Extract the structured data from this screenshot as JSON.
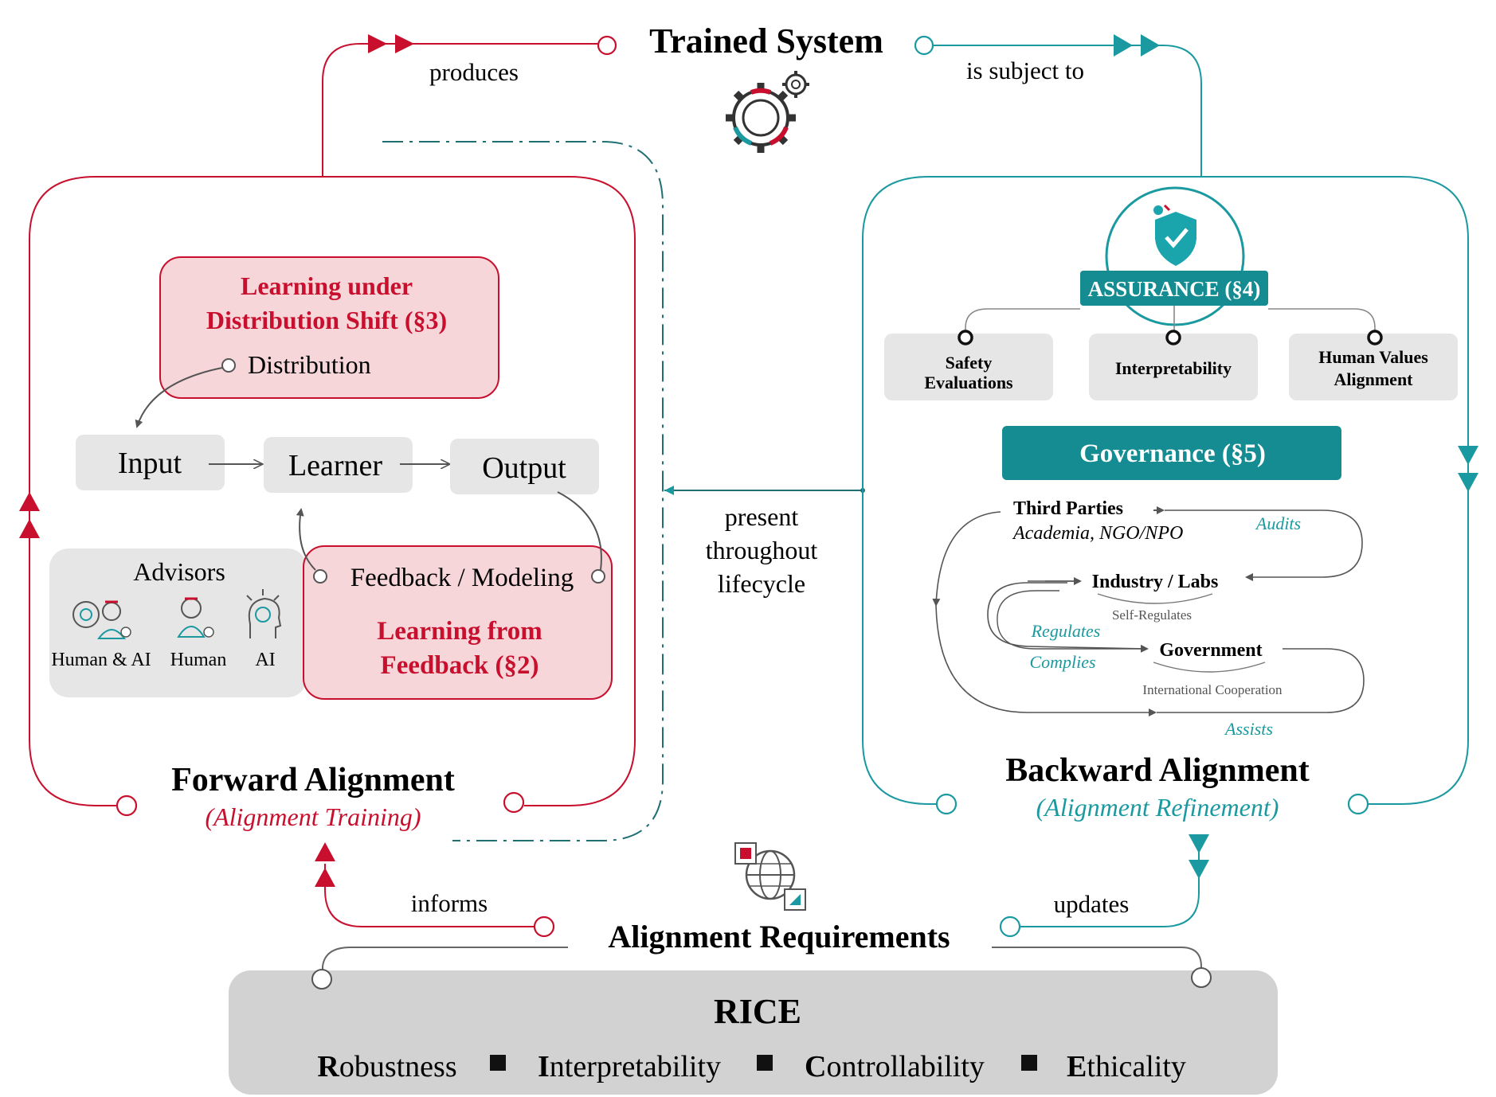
{
  "top": {
    "title": "Trained System",
    "produces": "produces",
    "is_subject_to": "is subject to"
  },
  "middle": {
    "present_lines": [
      "present",
      "throughout",
      "lifecycle"
    ]
  },
  "forward": {
    "distribution_shift_lines": [
      "Learning under",
      "Distribution Shift (§3)"
    ],
    "distribution": "Distribution",
    "input": "Input",
    "learner": "Learner",
    "output": "Output",
    "advisors": "Advisors",
    "advisor_labels": [
      "Human & AI",
      "Human",
      "AI"
    ],
    "feedback_modeling": "Feedback / Modeling",
    "learning_feedback_lines": [
      "Learning from",
      "Feedback (§2)"
    ],
    "title": "Forward Alignment",
    "subtitle": "(Alignment Training)"
  },
  "backward": {
    "assurance": "ASSURANCE (§4)",
    "assurance_items": [
      [
        "Safety",
        "Evaluations"
      ],
      [
        "Interpretability"
      ],
      [
        "Human Values",
        "Alignment"
      ]
    ],
    "governance": "Governance (§5)",
    "third_parties": "Third Parties",
    "academia": "Academia, NGO/NPO",
    "audits": "Audits",
    "industry": "Industry / Labs",
    "self_regulates": "Self-Regulates",
    "regulates": "Regulates",
    "complies": "Complies",
    "government": "Government",
    "intl_coop": "International Cooperation",
    "assists": "Assists",
    "title": "Backward Alignment",
    "subtitle": "(Alignment Refinement)"
  },
  "bottom": {
    "informs": "informs",
    "updates": "updates",
    "requirements": "Alignment Requirements",
    "rice": "RICE",
    "rice_items": [
      {
        "initial": "R",
        "rest": "obustness"
      },
      {
        "initial": "I",
        "rest": "nterpretability"
      },
      {
        "initial": "C",
        "rest": "ontrollability"
      },
      {
        "initial": "E",
        "rest": "thicality"
      }
    ]
  },
  "colors": {
    "forward": "#c8102e",
    "backward": "#1a9aa0",
    "pink_fill": "#f7d6da",
    "gray_fill": "#e6e6e6",
    "rice_fill": "#d2d2d2"
  }
}
